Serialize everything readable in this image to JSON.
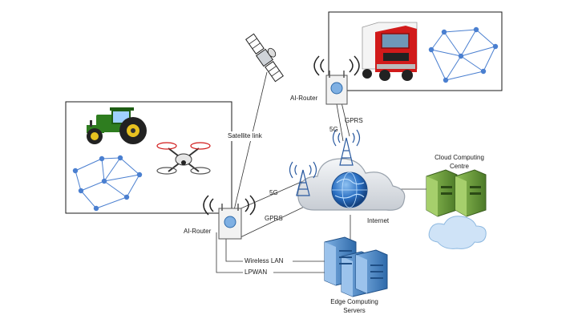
{
  "labels": {
    "satellite_link": "Satellite link",
    "ai_router_top": "AI-Router",
    "ai_router_bottom": "AI-Router",
    "link_5g_top": "5G",
    "link_gprs_top": "GPRS",
    "link_5g_bottom": "5G",
    "link_gprs_bottom": "GPRS",
    "internet": "Internet",
    "cloud_centre_line1": "Cloud Computing",
    "cloud_centre_line2": "Centre",
    "wireless_lan": "Wireless LAN",
    "lpwan": "LPWAN",
    "edge_line1": "Edge Computing",
    "edge_line2": "Servers"
  },
  "colors": {
    "node_blue": "#4a7fd0",
    "truck_red": "#d11a1a",
    "tractor_green": "#2e7d1f",
    "server_green": "#6a9a3a",
    "cloud_grey": "#d8dde3",
    "cloud_blue": "#cfe3f7",
    "edge_blue": "#4a86c8",
    "globe_blue": "#2a6fc2"
  }
}
